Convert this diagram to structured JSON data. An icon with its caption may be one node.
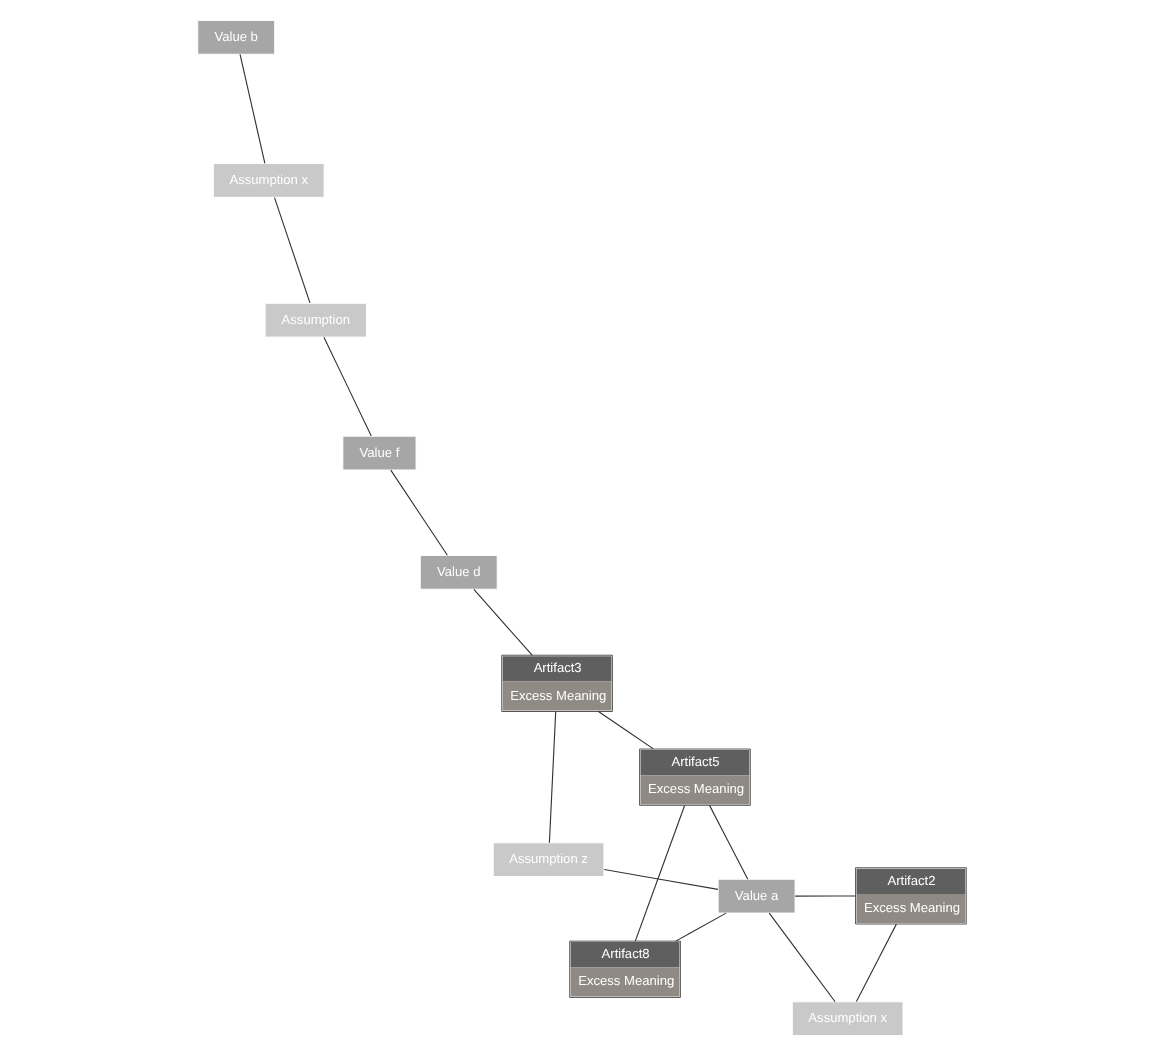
{
  "diagram": {
    "nodes": [
      {
        "text": [
          "Value d"
        ]
      },
      {
        "text": [
          "Assumption x"
        ]
      },
      {
        "text": [
          "Artifact3",
          "Excess Meaning"
        ]
      },
      {
        "text": [
          "Value f"
        ]
      },
      {
        "text": [
          "Value b"
        ]
      },
      {
        "text": [
          "Artifact5",
          "Excess Meaning"
        ]
      },
      {
        "text": [
          "Assumption"
        ]
      },
      {
        "text": [
          "Assumption x"
        ]
      },
      {
        "text": [
          "Assumption z"
        ]
      },
      {
        "text": [
          "Value a"
        ]
      },
      {
        "text": [
          "Artifact8",
          "Excess Meaning"
        ]
      },
      {
        "text": [
          "Artifact2",
          "Excess Meaning"
        ]
      }
    ],
    "edges": [
      {
        "from": 0,
        "to": 2,
        "arrow": "none"
      },
      {
        "from": 0,
        "to": 3,
        "arrow": "none"
      },
      {
        "from": 1,
        "to": 4,
        "arrow": "none"
      },
      {
        "from": 1,
        "to": 6,
        "arrow": "none"
      },
      {
        "from": 3,
        "to": 6,
        "arrow": "none"
      },
      {
        "from": 2,
        "to": 5,
        "arrow": "none"
      },
      {
        "from": 2,
        "to": 8,
        "arrow": "none"
      },
      {
        "from": 5,
        "to": 9,
        "arrow": "none"
      },
      {
        "from": 5,
        "to": 10,
        "arrow": "none"
      },
      {
        "from": 9,
        "to": 8,
        "arrow": "none"
      },
      {
        "from": 9,
        "to": 10,
        "arrow": "none"
      },
      {
        "from": 9,
        "to": 7,
        "arrow": "none"
      },
      {
        "from": 9,
        "to": 11,
        "arrow": "none"
      },
      {
        "from": 7,
        "to": 11,
        "arrow": "none"
      }
    ]
  }
}
